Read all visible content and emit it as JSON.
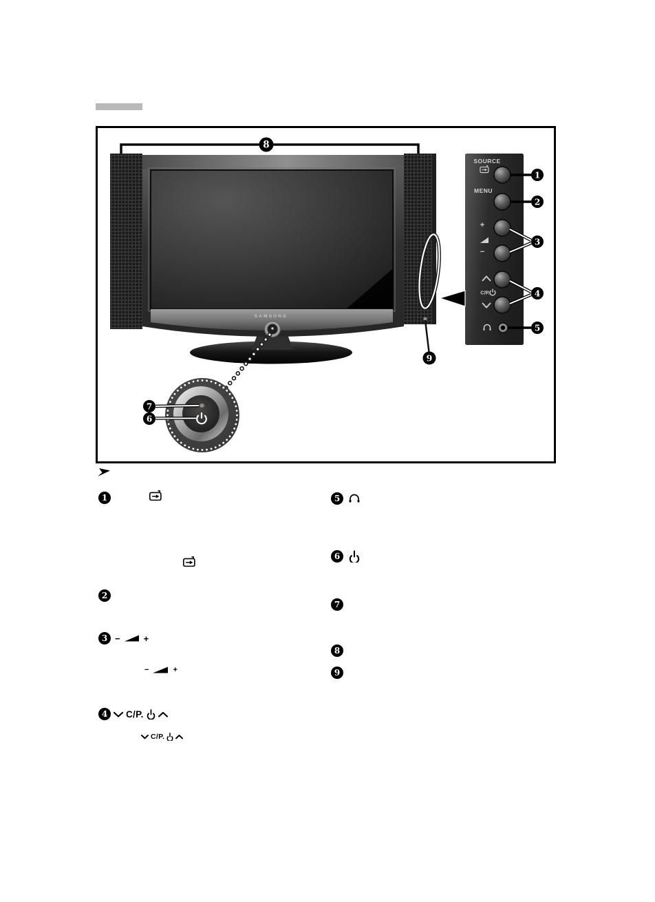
{
  "document": {
    "type": "tv-manual-front-panel-diagram",
    "heading_bar_color": "#b9b9b9",
    "note_marker_icon": "note-arrow-icon"
  },
  "callouts": {
    "n1": "1",
    "n2": "2",
    "n3": "3",
    "n4": "4",
    "n5": "5",
    "n6": "6",
    "n7": "7",
    "n8": "8",
    "n9": "9"
  },
  "tv": {
    "brand": "SAMSUNG"
  },
  "side_panel": {
    "source_label": "SOURCE",
    "menu_label": "MENU",
    "volume_plus": "+",
    "volume_minus": "−",
    "channel_power_label": "C/P.",
    "icons": [
      "source-enter-icon",
      "volume-wedge-icon",
      "chevron-up-icon",
      "chevron-down-icon",
      "power-icon",
      "headphones-icon"
    ]
  },
  "legend": {
    "item1_icon": "source-enter-icon",
    "item3": {
      "minus": "−",
      "plus": "+"
    },
    "item3_sub": {
      "minus": "−",
      "plus": "+"
    },
    "item4": {
      "label": "C/P."
    },
    "item4_sub": {
      "label": "C/P."
    },
    "item5_icon": "headphones-icon",
    "item6_icon": "power-icon"
  },
  "colors": {
    "panel_background": "#2f2f2f",
    "tv_body_dark": "#262626",
    "callout_circle": "#000000"
  }
}
